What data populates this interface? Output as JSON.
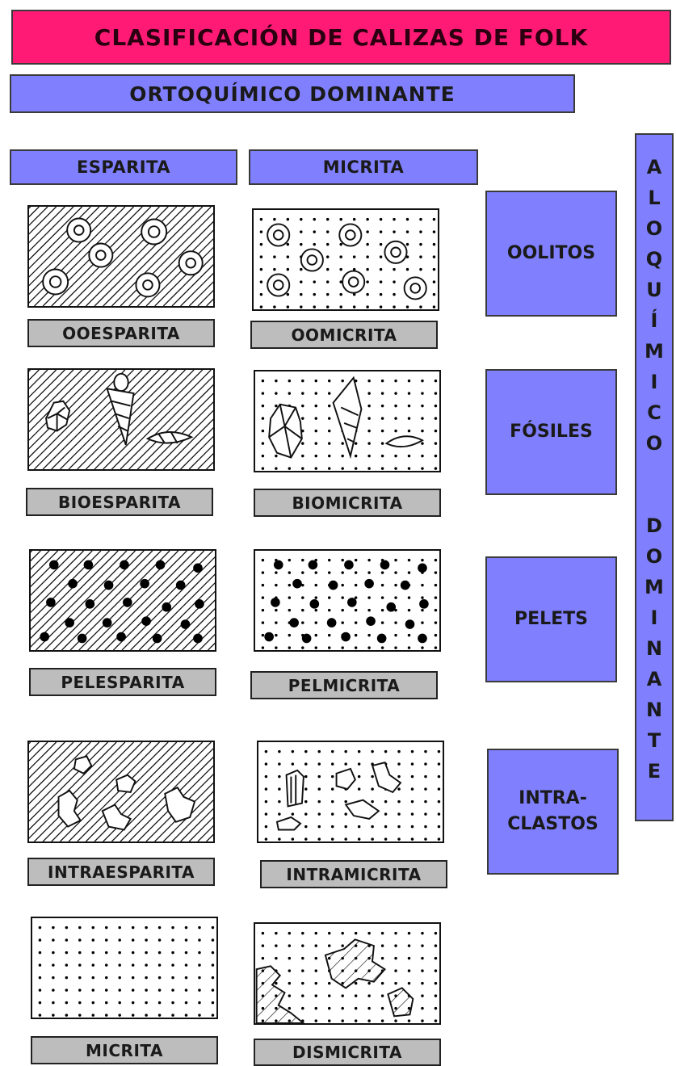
{
  "title": "CLASIFICACIÓN DE CALIZAS DE FOLK",
  "ortochemical_header": "ORTOQUÍMICO DOMINANTE",
  "columns": {
    "esparita": "ESPARITA",
    "micrita": "MICRITA"
  },
  "rows": {
    "oolitos": "OOLITOS",
    "fosiles": "FÓSILES",
    "pelets": "PELETS",
    "intraclastos_line1": "INTRA-",
    "intraclastos_line2": "CLASTOS"
  },
  "vertical_label": {
    "text": "ALOQUÍMICO DOMINANTE",
    "letters": [
      "A",
      "L",
      "O",
      "Q",
      "U",
      "Í",
      "M",
      "I",
      "C",
      "O",
      "D",
      "O",
      "M",
      "I",
      "N",
      "A",
      "N",
      "T",
      "E"
    ]
  },
  "rock_names": {
    "ooesparita": "OOESPARITA",
    "oomicrita": "OOMICRITA",
    "bioesparita": "BIOESPARITA",
    "biomicrita": "BIOMICRITA",
    "pelesparita": "PELESPARITA",
    "pelmicrita": "PELMICRITA",
    "intraesparita": "INTRAESPARITA",
    "intramicrita": "INTRAMICRITA",
    "micrita": "MICRITA",
    "dismicrita": "DISMICRITA"
  },
  "colors": {
    "title_bg": "#ff1a75",
    "header_bg": "#8080ff",
    "label_bg": "#bdbdbd"
  }
}
